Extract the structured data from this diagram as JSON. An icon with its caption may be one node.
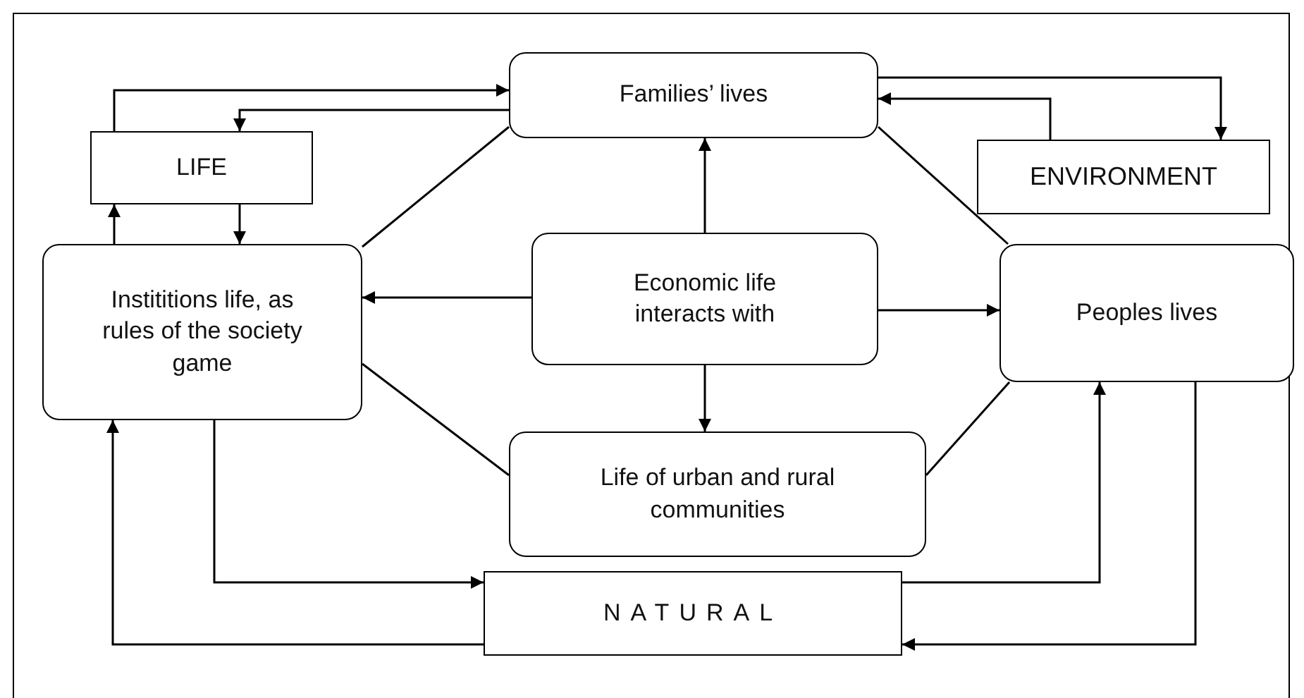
{
  "diagram": {
    "nodes": [
      {
        "text": [
          "Families’ lives"
        ]
      },
      {
        "text": [
          "LIFE"
        ]
      },
      {
        "text": [
          "ENVIRONMENT"
        ]
      },
      {
        "text": [
          "Instititions life, as rules of the society game"
        ]
      },
      {
        "text": [
          "Economic life interacts with"
        ]
      },
      {
        "text": [
          "Peoples lives"
        ]
      },
      {
        "text": [
          "Life of urban and rural communities"
        ]
      },
      {
        "text": [
          "NATURAL"
        ]
      }
    ],
    "edges": [
      {
        "from": 1,
        "to": 0,
        "arrow": "to"
      },
      {
        "from": 0,
        "to": 1,
        "arrow": "to"
      },
      {
        "from": 3,
        "to": 1,
        "arrow": "to"
      },
      {
        "from": 1,
        "to": 3,
        "arrow": "to"
      },
      {
        "from": 0,
        "to": 2,
        "arrow": "to"
      },
      {
        "from": 2,
        "to": 0,
        "arrow": "to"
      },
      {
        "from": 0,
        "to": 3,
        "arrow": "none"
      },
      {
        "from": 0,
        "to": 5,
        "arrow": "none"
      },
      {
        "from": 4,
        "to": 0,
        "arrow": "to"
      },
      {
        "from": 4,
        "to": 3,
        "arrow": "to"
      },
      {
        "from": 4,
        "to": 5,
        "arrow": "to"
      },
      {
        "from": 4,
        "to": 6,
        "arrow": "to"
      },
      {
        "from": 3,
        "to": 6,
        "arrow": "none"
      },
      {
        "from": 6,
        "to": 5,
        "arrow": "none"
      },
      {
        "from": 3,
        "to": 7,
        "arrow": "to"
      },
      {
        "from": 7,
        "to": 3,
        "arrow": "to"
      },
      {
        "from": 7,
        "to": 5,
        "arrow": "to"
      },
      {
        "from": 5,
        "to": 7,
        "arrow": "to"
      }
    ]
  }
}
